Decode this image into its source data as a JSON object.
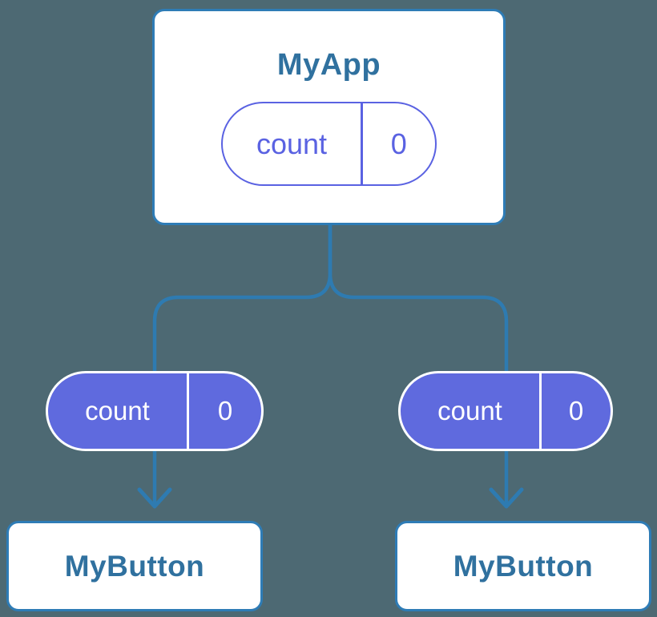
{
  "diagram": {
    "root": {
      "title": "MyApp",
      "pill": {
        "label": "count",
        "value": "0"
      }
    },
    "children": [
      {
        "pill": {
          "label": "count",
          "value": "0"
        },
        "title": "MyButton"
      },
      {
        "pill": {
          "label": "count",
          "value": "0"
        },
        "title": "MyButton"
      }
    ]
  },
  "colors": {
    "background": "#4D6973",
    "connector_blue": "#2E7BB1",
    "card_border_blue": "#2E7CB6",
    "title_text_blue": "#30719F",
    "state_pill_indigo": "#5A62E2",
    "prop_pill_purple": "#5F6ADE",
    "white": "#FFFFFF"
  }
}
